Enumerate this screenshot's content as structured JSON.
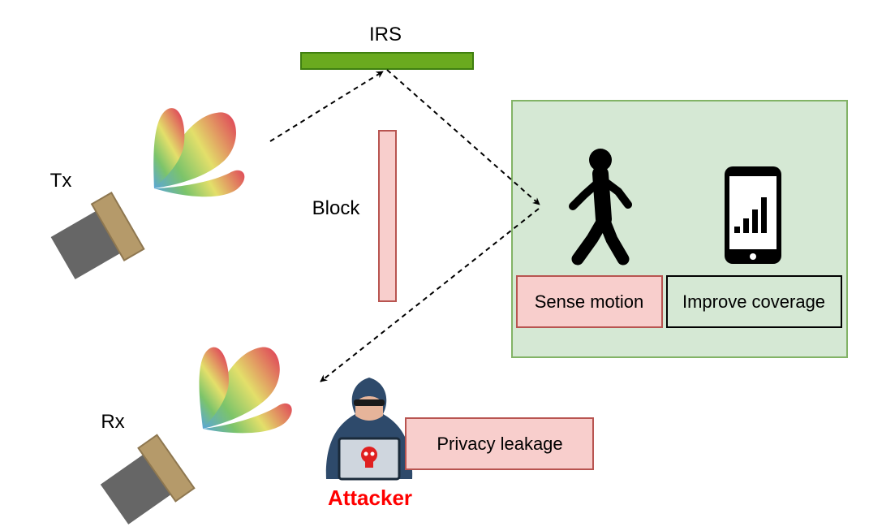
{
  "labels": {
    "irs": "IRS",
    "tx": "Tx",
    "rx": "Rx",
    "block": "Block",
    "attacker": "Attacker"
  },
  "boxes": {
    "sense_motion": "Sense motion",
    "improve_coverage": "Improve coverage",
    "privacy_leakage": "Privacy leakage"
  },
  "colors": {
    "irs_fill": "#6aaa1f",
    "irs_stroke": "#3f7f10",
    "block_fill": "#f8cecc",
    "block_stroke": "#b85450",
    "panel_fill": "#d5e8d4",
    "panel_stroke": "#82b366",
    "attacker_text": "#ff0000",
    "antenna_body": "#666666",
    "antenna_collar": "#b59a6a"
  },
  "icons": {
    "walker": "walking-person-icon",
    "phone": "smartphone-signal-icon",
    "attacker": "hacker-icon"
  }
}
